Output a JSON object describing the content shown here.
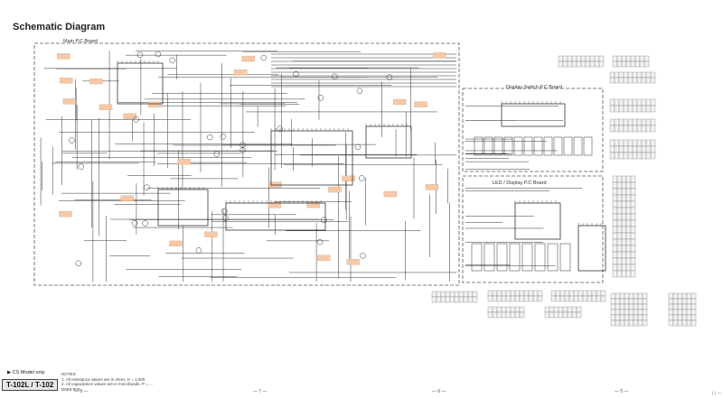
{
  "title": "Schematic Diagram",
  "boards": {
    "main": "Main P.C Board",
    "display": "Display Switch P.C Board",
    "led": "LED / Display P.C Board"
  },
  "footer": {
    "model_note": "▶ CS Model only",
    "model_name": "T-102L / T-102",
    "notes_heading": "NOTES:",
    "note_lines": [
      "1. All resistance values are in ohms. K = 1,000",
      "2. All capacitance values are in microfarads. P = ...",
      "   D6E6-800"
    ],
    "markers": [
      "— 8 —",
      "— 7 —",
      "— 6 —",
      "— 5 —"
    ],
    "side_code": "( ) —"
  },
  "colors": {
    "line": "#333333",
    "dashed_border": "#555555",
    "highlight_box": "#f5c9a8",
    "grid_fill": "#f2f2f2"
  }
}
